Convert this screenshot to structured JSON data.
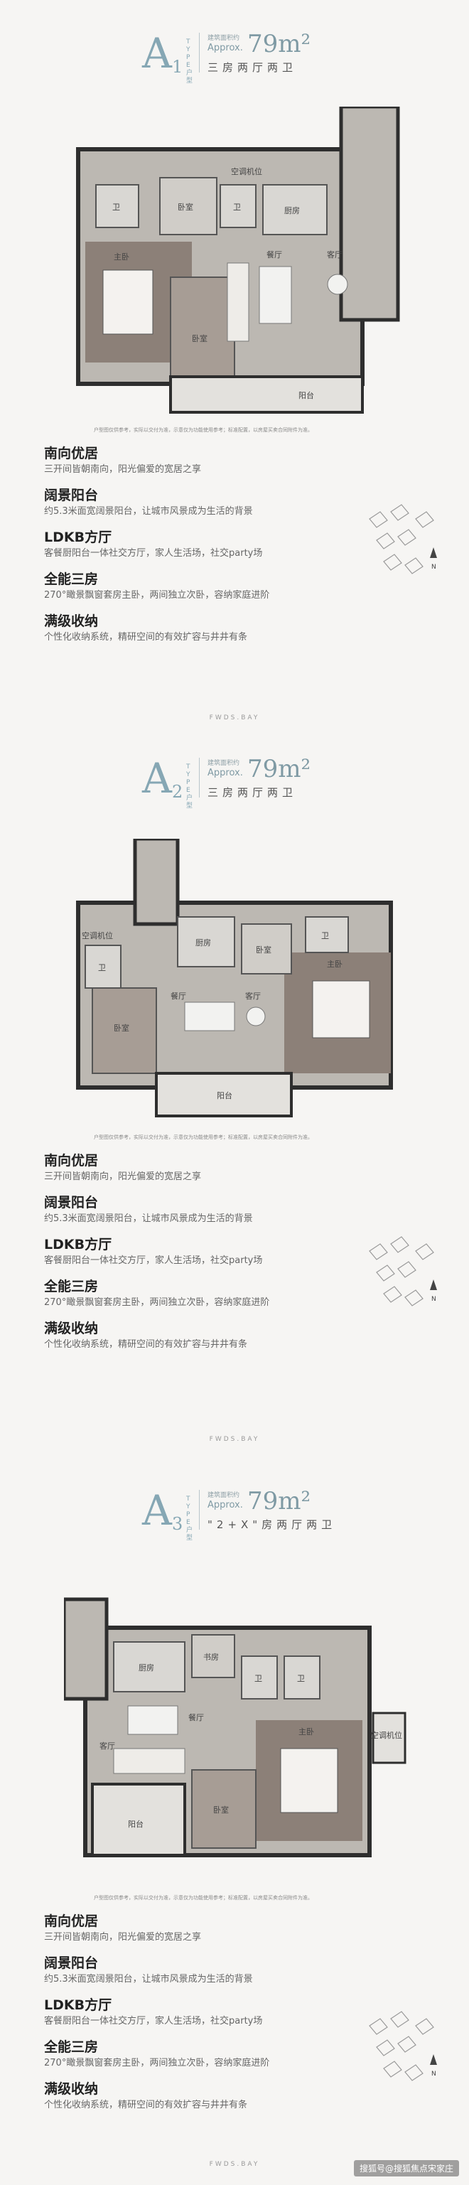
{
  "colors": {
    "accent": "#86a7b4",
    "floor_stone": "#b7b3ad",
    "floor_wood": "#8c8078",
    "wall": "#2e2e2e"
  },
  "footer_logo": "FWDS.BAY",
  "disclaimer": "户型图仅供参考，实际以交付为准，示意仅为功能使用参考；标准配置，以房屋买卖合同附件为准。",
  "watermark": "搜狐号@搜狐焦点宋家庄",
  "compass_label": "N",
  "plans": [
    {
      "letter": "A",
      "number": "1",
      "type_word": "TYPE户型",
      "area_label": "建筑面积约",
      "approx": "Approx.",
      "area_value": "79m²",
      "layout": "三房两厅两卫",
      "rooms": {
        "ac": "空调机位",
        "master": "主卧",
        "bed2": "卧室",
        "bed3": "卧室",
        "wc1": "卫",
        "wc2": "卫",
        "kitchen": "厨房",
        "dining": "餐厅",
        "living": "客厅",
        "balcony": "阳台"
      },
      "features": [
        {
          "title": "南向优居",
          "desc": "三开间皆朝南向，阳光偏爱的宽居之享"
        },
        {
          "title": "阔景阳台",
          "desc": "约5.3米面宽阔景阳台，让城市风景成为生活的背景"
        },
        {
          "title": "LDKB方厅",
          "desc": "客餐厨阳台一体社交方厅，家人生活场，社交party场"
        },
        {
          "title": "全能三房",
          "desc": "270°瞰景飘窗套房主卧，两间独立次卧，容纳家庭进阶"
        },
        {
          "title": "满级收纳",
          "desc": "个性化收纳系统，精研空间的有效扩容与井井有条"
        }
      ]
    },
    {
      "letter": "A",
      "number": "2",
      "type_word": "TYPE户型",
      "area_label": "建筑面积约",
      "approx": "Approx.",
      "area_value": "79m²",
      "layout": "三房两厅两卫",
      "rooms": {
        "ac": "空调机位",
        "master": "主卧",
        "bed2": "卧室",
        "bed3": "卧室",
        "wc1": "卫",
        "wc2": "卫",
        "kitchen": "厨房",
        "dining": "餐厅",
        "living": "客厅",
        "balcony": "阳台"
      },
      "features": [
        {
          "title": "南向优居",
          "desc": "三开间皆朝南向，阳光偏爱的宽居之享"
        },
        {
          "title": "阔景阳台",
          "desc": "约5.3米面宽阔景阳台，让城市风景成为生活的背景"
        },
        {
          "title": "LDKB方厅",
          "desc": "客餐厨阳台一体社交方厅，家人生活场，社交party场"
        },
        {
          "title": "全能三房",
          "desc": "270°瞰景飘窗套房主卧，两间独立次卧，容纳家庭进阶"
        },
        {
          "title": "满级收纳",
          "desc": "个性化收纳系统，精研空间的有效扩容与井井有条"
        }
      ]
    },
    {
      "letter": "A",
      "number": "3",
      "type_word": "TYPE户型",
      "area_label": "建筑面积约",
      "approx": "Approx.",
      "area_value": "79m²",
      "layout": "\"2+X\"房两厅两卫",
      "rooms": {
        "ac": "空调机位",
        "master": "主卧",
        "bed2": "卧室",
        "bed3": "书房",
        "wc1": "卫",
        "wc2": "卫",
        "kitchen": "厨房",
        "dining": "餐厅",
        "living": "客厅",
        "balcony": "阳台"
      },
      "features": [
        {
          "title": "南向优居",
          "desc": "三开间皆朝南向，阳光偏爱的宽居之享"
        },
        {
          "title": "阔景阳台",
          "desc": "约5.3米面宽阔景阳台，让城市风景成为生活的背景"
        },
        {
          "title": "LDKB方厅",
          "desc": "客餐厨阳台一体社交方厅，家人生活场，社交party场"
        },
        {
          "title": "全能三房",
          "desc": "270°瞰景飘窗套房主卧，两间独立次卧，容纳家庭进阶"
        },
        {
          "title": "满级收纳",
          "desc": "个性化收纳系统，精研空间的有效扩容与井井有条"
        }
      ]
    }
  ]
}
